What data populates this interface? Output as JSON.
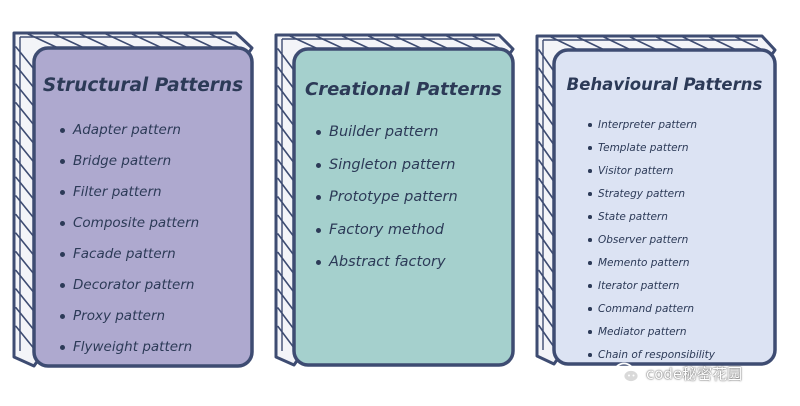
{
  "colors": {
    "outline": "#3e4c72",
    "side": "#f3f4f8",
    "structural_face": "#aea9cf",
    "creational_face": "#a5d0cd",
    "behavioural_face": "#dce3f3",
    "text": "#2c3a57"
  },
  "cards": [
    {
      "title": "Structural Patterns",
      "items": [
        "Adapter pattern",
        "Bridge pattern",
        "Filter pattern",
        "Composite pattern",
        "Facade pattern",
        "Decorator pattern",
        "Proxy pattern",
        "Flyweight pattern"
      ]
    },
    {
      "title": "Creational Patterns",
      "items": [
        "Builder pattern",
        "Singleton pattern",
        "Prototype pattern",
        "Factory method",
        "Abstract factory"
      ]
    },
    {
      "title": "Behavioural Patterns",
      "items": [
        "Interpreter pattern",
        "Template pattern",
        "Visitor pattern",
        "Strategy pattern",
        "State pattern",
        "Observer pattern",
        "Memento pattern",
        "Iterator pattern",
        "Command pattern",
        "Mediator pattern",
        "Chain of responsibility"
      ]
    }
  ],
  "watermark": {
    "text": "code秘密花园",
    "icon": "wechat-icon"
  }
}
